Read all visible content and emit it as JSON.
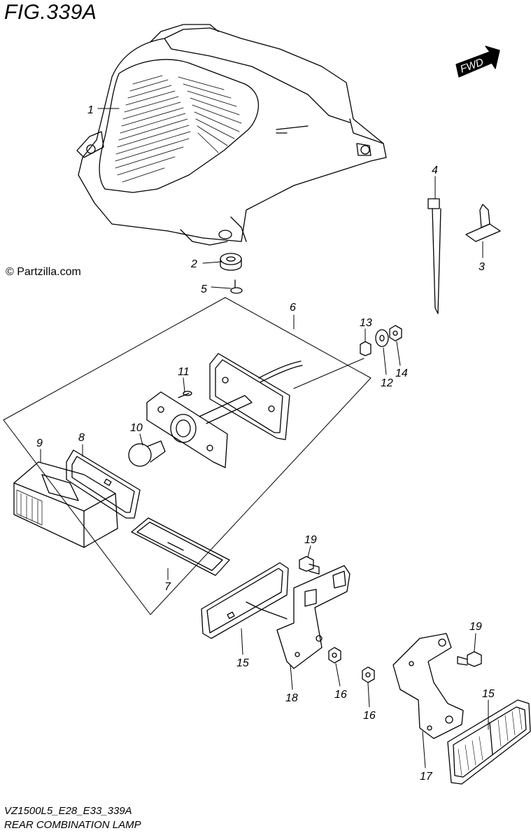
{
  "figure": {
    "title": "FIG.339A",
    "code": "VZ1500L5_E28_E33_339A",
    "name": "REAR COMBINATION LAMP",
    "watermark": "© Partzilla.com",
    "fwd_label": "FWD"
  },
  "callouts": [
    {
      "ref": "1"
    },
    {
      "ref": "2"
    },
    {
      "ref": "3"
    },
    {
      "ref": "4"
    },
    {
      "ref": "5"
    },
    {
      "ref": "6"
    },
    {
      "ref": "7"
    },
    {
      "ref": "8"
    },
    {
      "ref": "9"
    },
    {
      "ref": "10"
    },
    {
      "ref": "11"
    },
    {
      "ref": "12"
    },
    {
      "ref": "13"
    },
    {
      "ref": "14"
    },
    {
      "ref": "15"
    },
    {
      "ref": "15"
    },
    {
      "ref": "16"
    },
    {
      "ref": "16"
    },
    {
      "ref": "17"
    },
    {
      "ref": "18"
    },
    {
      "ref": "19"
    },
    {
      "ref": "19"
    }
  ],
  "colors": {
    "line": "#000000",
    "background": "#ffffff"
  }
}
